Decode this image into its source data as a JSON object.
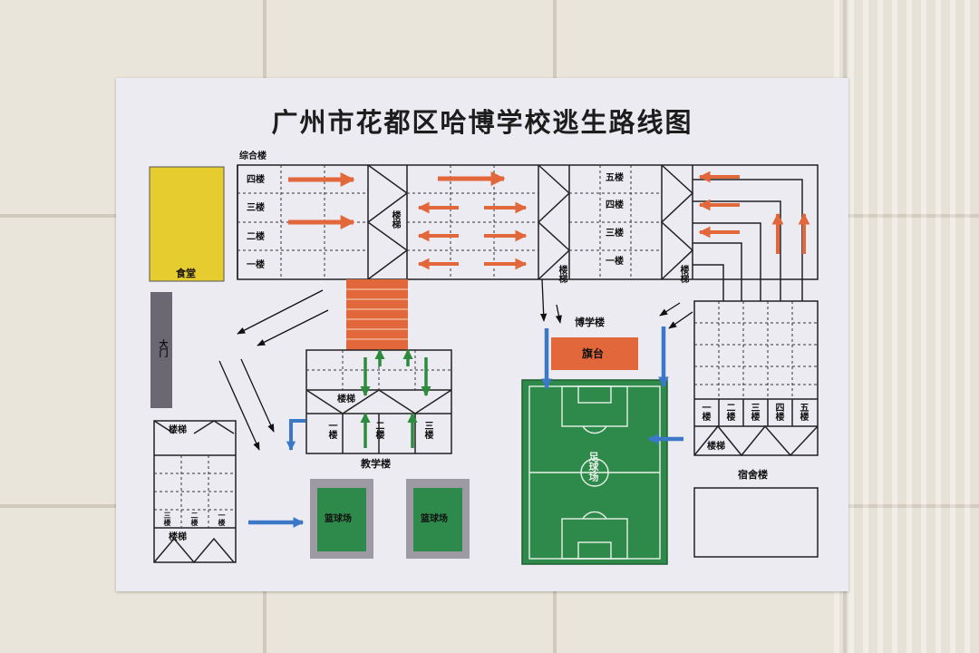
{
  "title": "广州市花都区哈博学校逃生路线图",
  "labels": {
    "complex_building": "综合楼",
    "floor4": "四楼",
    "floor3": "三楼",
    "floor2": "二楼",
    "floor1": "一楼",
    "stairs": "楼梯",
    "fifth_floor": "五楼",
    "cafeteria": "食堂",
    "main_gate": "大门",
    "bohao_building": "博学楼",
    "flag_platform": "旗台",
    "teaching_building": "教学楼",
    "t_floor1": "一楼",
    "t_floor2": "二楼",
    "t_floor3": "三楼",
    "dorm_f1": "一楼",
    "dorm_f2": "二楼",
    "dorm_f3": "三楼",
    "dorm_f4": "四楼",
    "dorm_f5": "五楼",
    "dormitory": "宿舍楼",
    "basketball_court": "篮球场",
    "football_field": "足球场",
    "left_b3": "三楼",
    "left_b2": "二楼",
    "left_b1": "一楼"
  },
  "colors": {
    "evac_arrow_orange": "#e2673a",
    "evac_arrow_blue": "#3b78c8",
    "evac_arrow_green": "#2e8b3e",
    "cafeteria_fill": "#e6cc2f",
    "flag_fill": "#e2673a",
    "field_green": "#2e8a4a",
    "gate_gray": "#6c6873"
  }
}
